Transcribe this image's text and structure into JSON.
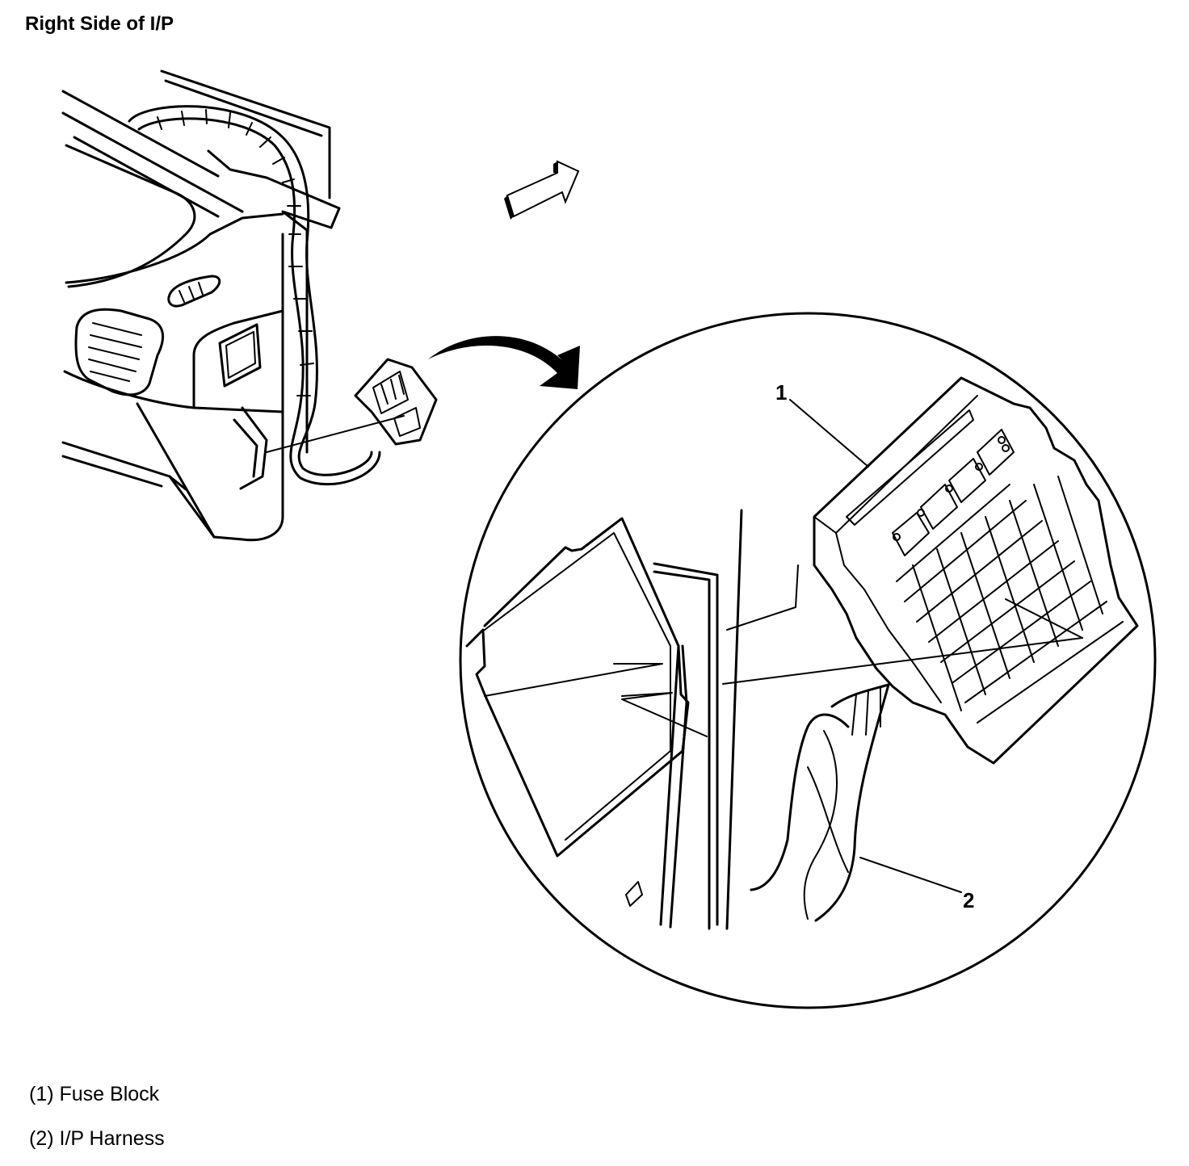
{
  "title": "Right Side of I/P",
  "callouts": {
    "c1": "1",
    "c2": "2"
  },
  "legend": [
    {
      "text": "(1) Fuse Block"
    },
    {
      "text": "(2) I/P Harness"
    }
  ]
}
